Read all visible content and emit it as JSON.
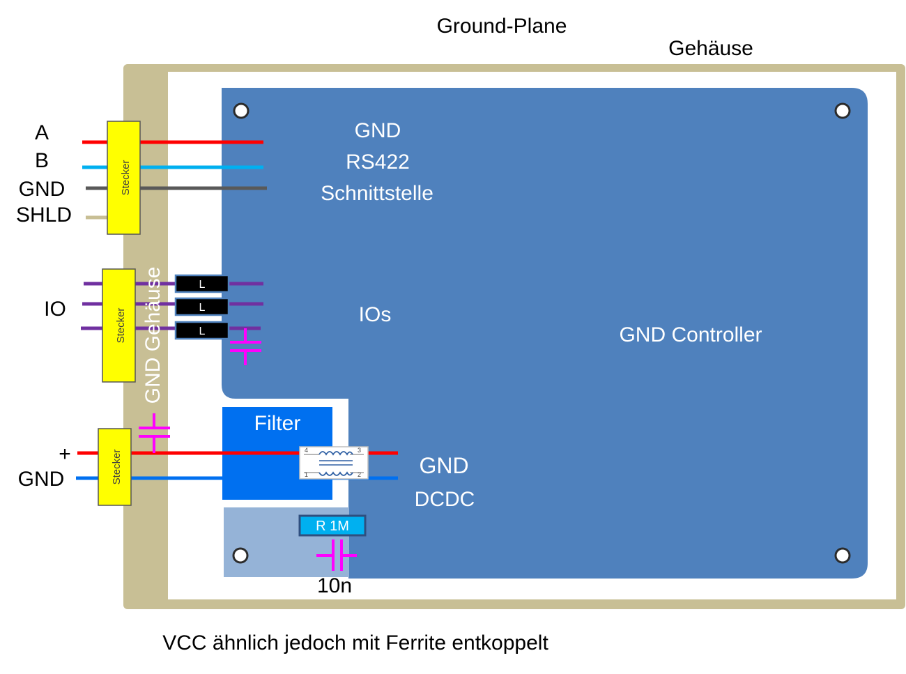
{
  "titles": {
    "ground_plane": "Ground-Plane",
    "housing": "Gehäuse",
    "footer_note": "VCC ähnlich jedoch mit Ferrite entkoppelt"
  },
  "pin_labels": {
    "a": "A",
    "b": "B",
    "gnd_rs422": "GND",
    "shld": "SHLD",
    "io": "IO",
    "plus": "+",
    "gnd_power": "GND"
  },
  "connectors": {
    "top": "Stecker",
    "middle": "Stecker",
    "bottom": "Stecker"
  },
  "housing_gnd": "GND Gehäuse",
  "inductors": [
    "L",
    "L",
    "L"
  ],
  "zones": {
    "rs422_gnd": "GND",
    "rs422_name": "RS422",
    "rs422_iface": "Schnittstelle",
    "ios": "IOs",
    "controller": "GND Controller",
    "filter": "Filter",
    "dcdc_gnd": "GND",
    "dcdc": "DCDC"
  },
  "components": {
    "resistor": "R 1M",
    "capacitor_value": "10n",
    "choke_pin_1": "1",
    "choke_pin_2": "2",
    "choke_pin_3": "3",
    "choke_pin_4": "4"
  },
  "colors": {
    "housing": "#c8bf95",
    "gnd_plane": "#4f81bd",
    "filter": "#0070f0",
    "dcdc_area": "#95b3d7",
    "connector": "#ffff00",
    "wire_a": "#ff0000",
    "wire_b": "#00b0f0",
    "wire_gnd": "#595959",
    "wire_shld": "#c8bf95",
    "wire_io": "#7030a0",
    "capacitor": "#ff00ff",
    "resistor": "#00b0f0"
  }
}
